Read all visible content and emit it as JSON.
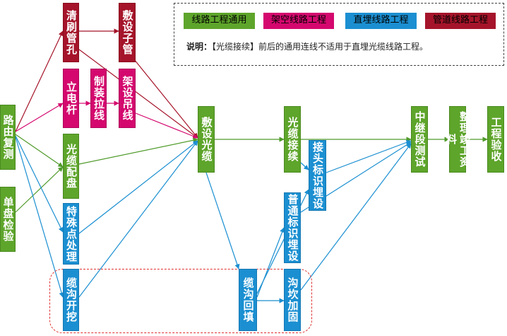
{
  "legend": {
    "items": [
      {
        "label": "线路工程通用",
        "color": "#5ea52b"
      },
      {
        "label": "架空线路工程",
        "color": "#d4086e"
      },
      {
        "label": "直埋线路工程",
        "color": "#1b8fd1"
      },
      {
        "label": "管道线路工程",
        "color": "#a5142a"
      }
    ],
    "note_label": "说明：",
    "note_text": "【光缆接续】前后的通用连线不适用于直埋光缆线路工程。"
  },
  "nodes": {
    "route_recheck": "路由复测",
    "reel_inspect": "单盘检验",
    "clean_pipe": "清刷管孔",
    "lay_subduct": "敷设子管",
    "erect_pole": "立电杆",
    "make_guy": "制装拉线",
    "erect_strand": "架设吊线",
    "cable_allot": "光缆配盘",
    "special_points": "特殊点处理",
    "trench_dig": "缆沟开挖",
    "lay_cable": "敷设光缆",
    "trench_backfill": "缆沟回填",
    "cable_splice": "光缆接续",
    "splice_marker": "接头标识埋设",
    "common_marker": "普通标识埋设",
    "bank_reinforce": "沟坎加固",
    "relay_test": "中继段测试",
    "docs": "整理竣工资料",
    "acceptance": "工程验收"
  },
  "colors": {
    "green_edge": "#4f9a2a",
    "darkred_edge": "#a5142a",
    "magenta_edge": "#d4086e",
    "blue_edge": "#1b8fd1"
  }
}
